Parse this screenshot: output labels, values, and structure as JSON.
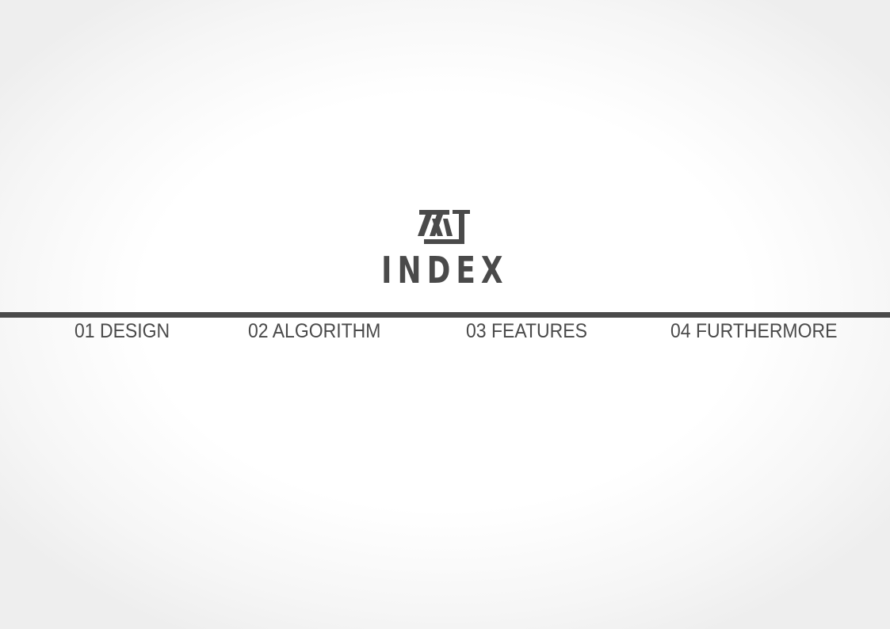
{
  "logo": {
    "glyph": "짜",
    "icon": "hangul-logo-icon"
  },
  "title": "INDEX",
  "nav": {
    "items": [
      {
        "label": "01 DESIGN"
      },
      {
        "label": "02 ALGORITHM"
      },
      {
        "label": "03 FEATURES"
      },
      {
        "label": "04 FURTHERMORE"
      }
    ]
  },
  "colors": {
    "text": "#4a4a4a",
    "rule": "#4a4a4a",
    "background": "#ffffff"
  }
}
